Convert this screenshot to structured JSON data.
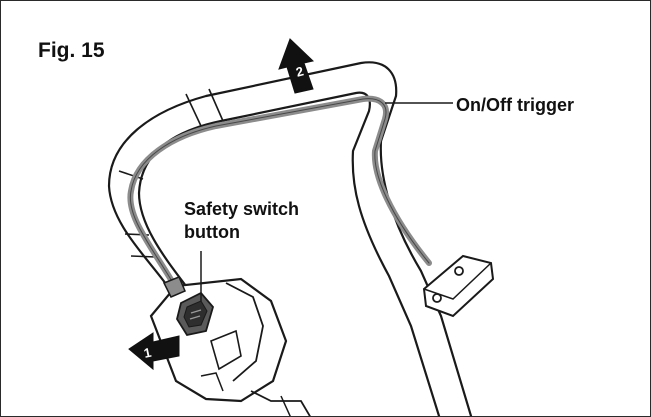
{
  "figure": {
    "title": "Fig. 15",
    "labels": {
      "on_off_trigger": "On/Off trigger",
      "safety_switch_line1": "Safety switch",
      "safety_switch_line2": "button"
    },
    "steps": [
      "1",
      "2"
    ],
    "colors": {
      "line": "#1a1a1a",
      "trigger": "#8c8c8c",
      "fill_light": "#ffffff",
      "fill_dark": "#3a3a3a"
    }
  }
}
